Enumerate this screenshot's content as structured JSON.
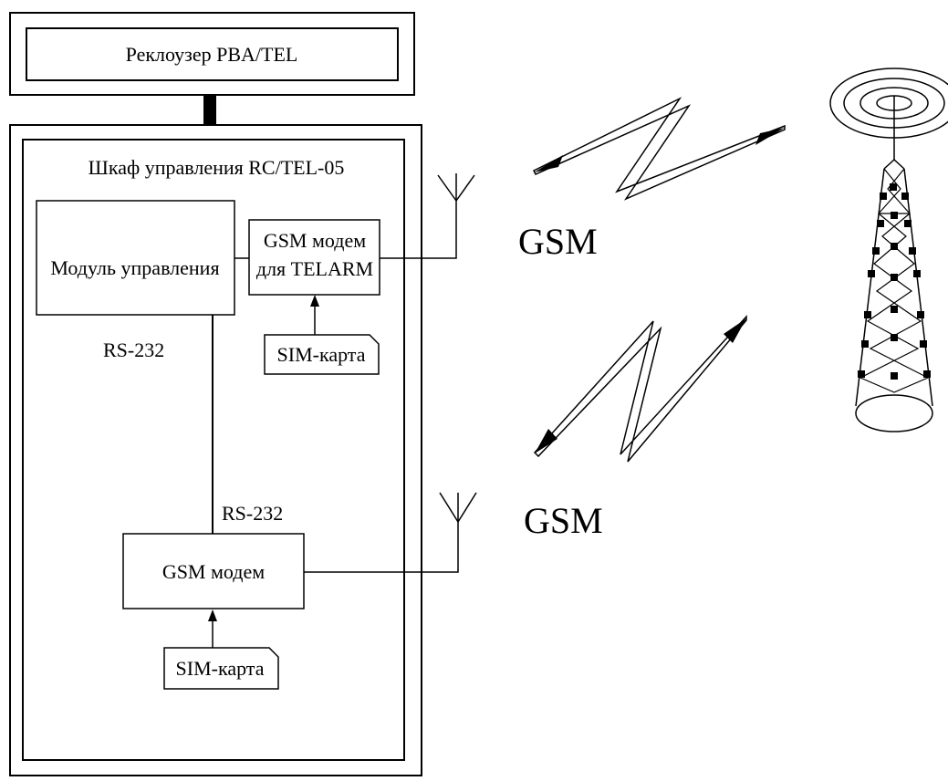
{
  "recloser": {
    "label": "Реклоузер PBA/TEL"
  },
  "cabinet": {
    "title": "Шкаф управления RC/TEL-05"
  },
  "control_module": {
    "label": "Модуль управления"
  },
  "telarm_modem": {
    "line1": "GSM модем",
    "line2": "для TELARM"
  },
  "sim_card_top": {
    "label": "SIM-карта"
  },
  "sim_card_bottom": {
    "label": "SIM-карта"
  },
  "gsm_modem": {
    "label": "GSM модем"
  },
  "rs232_top": {
    "label": "RS-232"
  },
  "rs232_bottom": {
    "label": "RS-232"
  },
  "gsm_link_top": {
    "label": "GSM"
  },
  "gsm_link_bottom": {
    "label": "GSM"
  }
}
